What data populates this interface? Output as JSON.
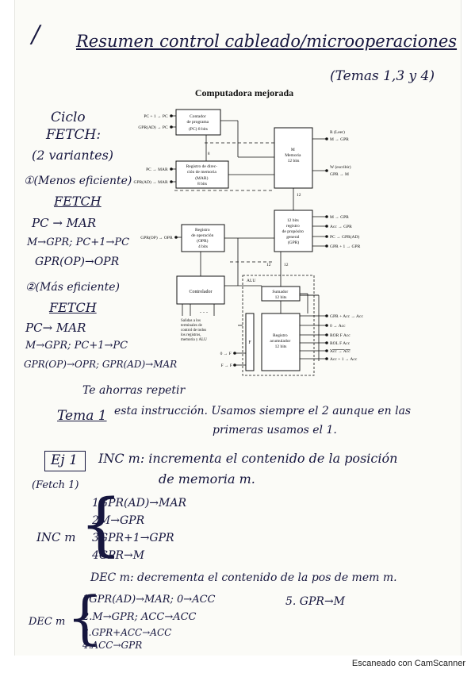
{
  "header": {
    "title": "Resumen control cableado/microoperaciones",
    "subtitle": "(Temas 1,3 y 4)"
  },
  "diagram": {
    "title": "Computadora mejorada",
    "boxes": {
      "pc": [
        "Contador",
        "de programa",
        "(PC)   8 bits"
      ],
      "mar": [
        "Registro de direc-",
        "ción de memoria",
        "(MAR)",
        "8 bits"
      ],
      "memory": [
        "M",
        "Memoria",
        "12 bits"
      ],
      "gpr": [
        "12 bits",
        "registro",
        "de propósito",
        "general",
        "(GPR)"
      ],
      "opr": [
        "Registro",
        "de operación",
        "(OPR)",
        "4 bits"
      ],
      "controller": [
        "Controlador"
      ],
      "alu": [
        "ALU"
      ],
      "adder": [
        "Sumador",
        "12 bits"
      ],
      "acc": [
        "Registro",
        "acumulador",
        "12 bits"
      ],
      "f": [
        "F"
      ]
    },
    "left_signals": [
      "PC + 1 → PC",
      "GPR(AD) → PC",
      "PC → MAR",
      "GPR(AD) → MAR",
      "GPR(OP) → OPR",
      "0 → F",
      "F → F"
    ],
    "right_signals": [
      "R (Leer)",
      "M → GPR",
      "W (escribir)",
      "GPR → M",
      "M → GPR",
      "Acc → GPR",
      "PC → GPR(AD)",
      "GPR + 1 → GPR",
      "GPR + Acc → Acc",
      "0 → Acc",
      "ROR F Acc",
      "ROL F Acc",
      "Acc → Acc",
      "Acc + 1 → Acc"
    ],
    "bus_labels": [
      "12",
      "12",
      "12"
    ],
    "controller_note": [
      "Salidas a los",
      "terminales de",
      "control de todos",
      "los registros,",
      "memoria y ALU"
    ],
    "small_label": "8"
  },
  "notes": {
    "ciclo": "Ciclo",
    "fetch_title": "FETCH:",
    "variantes": "(2 variantes)",
    "menos": "①(Menos eficiente)",
    "fetch1": "FETCH",
    "m1": "PC → MAR",
    "m2": "M→GPR; PC+1→PC",
    "m3": "GPR(OP)→OPR",
    "mas": "②(Más eficiente)",
    "fetch2": "FETCH",
    "n1": "PC→ MAR",
    "n2": "M→GPR; PC+1→PC",
    "n3": "GPR(OP)→OPR; GPR(AD)→MAR",
    "ahorras": "Te ahorras repetir",
    "ahorras2": "esta instrucción. Usamos siempre el 2 aunque en las",
    "ahorras3": "primeras usamos el 1."
  },
  "tema": {
    "label": "Tema 1"
  },
  "ej1": {
    "label": "Ej 1",
    "desc1": "INC m: incrementa el contenido de la posición",
    "desc2": "de memoria m.",
    "fetch_ref": "(Fetch 1)",
    "inc_label": "INC m",
    "inc_steps": [
      "1GPR(AD)→MAR",
      "2M→GPR",
      "3GPR+1→GPR",
      "4GPR→M"
    ],
    "dec_desc": "DEC m: decrementa el contenido de la pos de mem m.",
    "dec_label": "DEC m",
    "dec_steps": [
      "1GPR(AD)→MAR; 0→ACC",
      "2.M→GPR; ACC→ACC",
      "3.GPR+ACC→ACC",
      "4.ACC→GPR"
    ],
    "dec_step5": "5. GPR→M"
  },
  "footer": {
    "scanner": "Escaneado con CamScanner"
  }
}
